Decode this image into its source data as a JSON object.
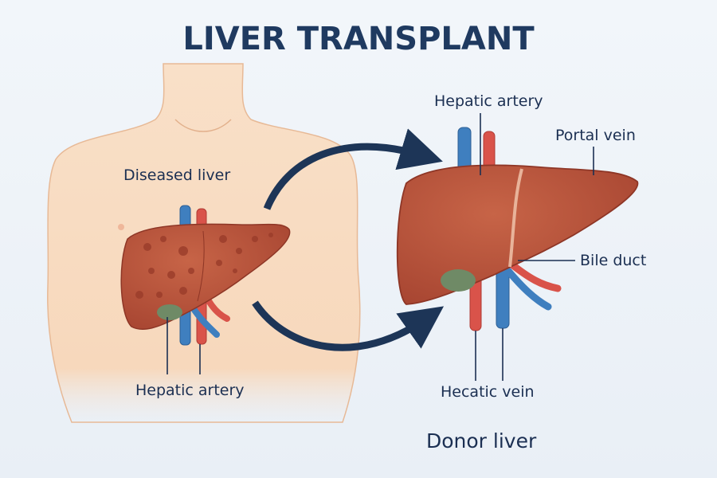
{
  "title": "LIVER TRANSPLANT",
  "left": {
    "diseased_label": "Diseased liver",
    "artery_label": "Hepatic artery"
  },
  "right": {
    "artery_label": "Hepatic artery",
    "portal_label": "Portal vein",
    "bile_label": "Bile duct",
    "vein_label": "Hecatic vein",
    "caption": "Donor liver"
  },
  "colors": {
    "title": "#1f3a60",
    "liver": "#b9533a",
    "artery": "#d9534a",
    "vein": "#3f7fbf",
    "skin": "#f8dcc2",
    "arrow": "#1d3557"
  }
}
